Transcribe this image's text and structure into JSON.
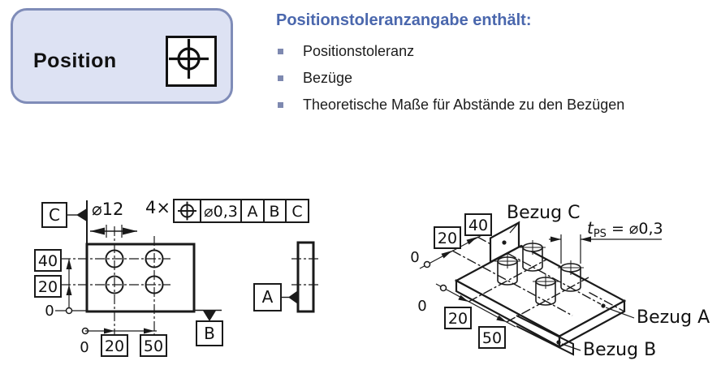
{
  "slide": {
    "card": {
      "title": "Position"
    },
    "heading": "Positionstoleranzangabe enthält:",
    "bullets": [
      "Positionstoleranz",
      "Bezüge",
      "Theoretische Maße für Abstände zu den Bezügen"
    ]
  },
  "drawing_2d": {
    "datum_labels": {
      "a": "A",
      "b": "B",
      "c": "C"
    },
    "count_note": "4×",
    "hole_diameter": "⌀12",
    "fcf": {
      "tolerance": "⌀0,3",
      "datums": [
        "A",
        "B",
        "C"
      ]
    },
    "ordinate": {
      "zero_left": "0",
      "zero_bottom": "0",
      "left": [
        "40",
        "20"
      ],
      "bottom": [
        "20",
        "50"
      ]
    }
  },
  "drawing_3d": {
    "ordinate_upper": {
      "zero": "0",
      "dims": [
        "20",
        "40"
      ]
    },
    "ordinate_lower": {
      "zero": "0",
      "dims": [
        "20",
        "50"
      ]
    },
    "tolerance_note": {
      "symbol": "t",
      "subscript": "PS",
      "value": " = ⌀0,3"
    },
    "labels": {
      "bezug_a": "Bezug A",
      "bezug_b": "Bezug B",
      "bezug_c": "Bezug C"
    }
  },
  "colors": {
    "heading_blue": "#4a67ad",
    "bullet_blue": "#7e89b0",
    "card_fill": "#dde2f3",
    "card_border": "#7f8cb8",
    "ink": "#1a1a1a"
  }
}
